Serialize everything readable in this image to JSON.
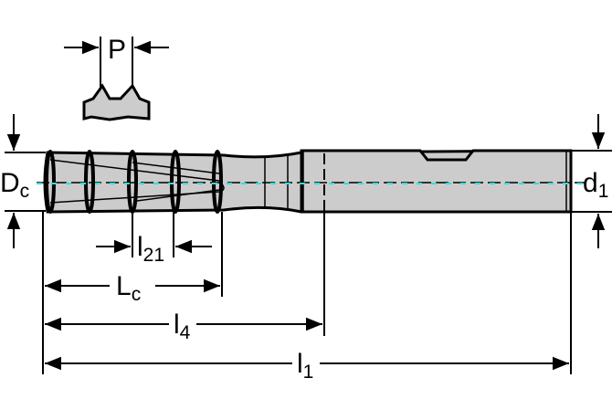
{
  "title": "Thread milling cutter dimension drawing",
  "labels": {
    "pitch": "P",
    "cutting_diameter": {
      "main": "D",
      "sub": "c"
    },
    "shank_diameter": {
      "main": "d",
      "sub": "1"
    },
    "l21": {
      "main": "l",
      "sub": "21"
    },
    "cutting_length": {
      "main": "L",
      "sub": "c"
    },
    "l4": {
      "main": "l",
      "sub": "4"
    },
    "overall_length": {
      "main": "l",
      "sub": "1"
    }
  },
  "colors": {
    "body": "#cccccc",
    "centerline_accent": "#33dddd",
    "line": "#000000"
  }
}
